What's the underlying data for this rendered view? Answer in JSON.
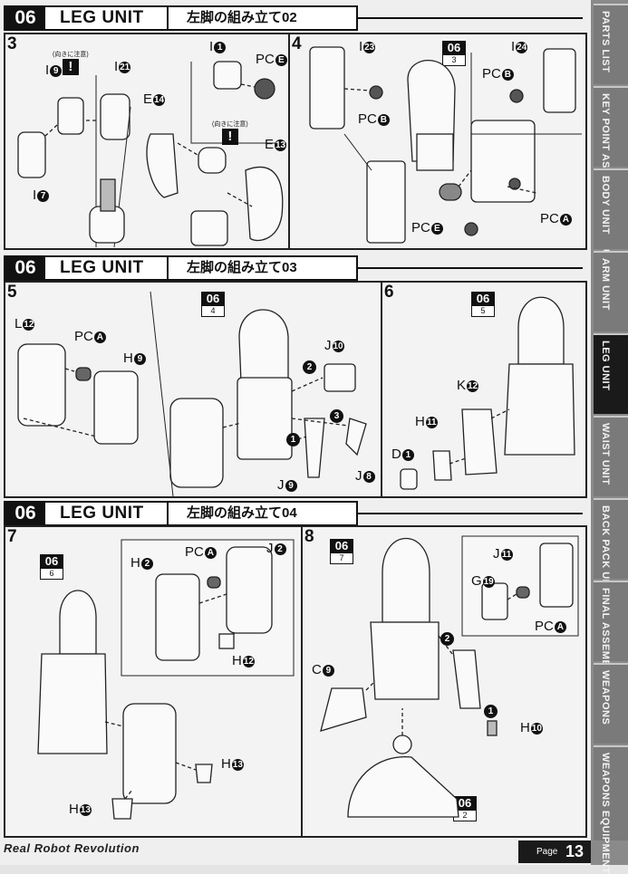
{
  "sections": [
    {
      "num": "06",
      "title": "LEG UNIT",
      "subtitle": "左脚の組み立て02"
    },
    {
      "num": "06",
      "title": "LEG UNIT",
      "subtitle": "左脚の組み立て03"
    },
    {
      "num": "06",
      "title": "LEG UNIT",
      "subtitle": "左脚の組み立て04"
    }
  ],
  "steps": {
    "s3": {
      "num": "3",
      "warn_text": "(向きに注意)",
      "parts": [
        "I",
        "I",
        "I",
        "E",
        "I",
        "PC",
        "E"
      ],
      "nums": [
        "9",
        "21",
        "7",
        "14",
        "1",
        "E",
        "13"
      ]
    },
    "s4": {
      "num": "4",
      "ref": {
        "a": "06",
        "b": "3"
      },
      "parts": [
        "I",
        "PC",
        "I",
        "PC",
        "PC",
        "PC"
      ],
      "nums": [
        "23",
        "B",
        "24",
        "B",
        "E",
        "A"
      ]
    },
    "s5": {
      "num": "5",
      "ref": {
        "a": "06",
        "b": "4"
      },
      "parts": [
        "L",
        "PC",
        "H",
        "J",
        "J",
        "J"
      ],
      "nums": [
        "12",
        "A",
        "9",
        "10",
        "9",
        "8"
      ],
      "order": [
        "1",
        "2",
        "3"
      ]
    },
    "s6": {
      "num": "6",
      "ref": {
        "a": "06",
        "b": "5"
      },
      "parts": [
        "K",
        "H",
        "D"
      ],
      "nums": [
        "12",
        "11",
        "1"
      ]
    },
    "s7": {
      "num": "7",
      "ref": {
        "a": "06",
        "b": "6"
      },
      "parts": [
        "H",
        "PC",
        "J",
        "H",
        "H",
        "H"
      ],
      "nums": [
        "2",
        "A",
        "2",
        "12",
        "13",
        "13"
      ]
    },
    "s8": {
      "num": "8",
      "ref": {
        "a": "06",
        "b": "7"
      },
      "ref2": {
        "a": "06",
        "b": "2"
      },
      "parts": [
        "J",
        "G",
        "PC",
        "C",
        "H"
      ],
      "nums": [
        "11",
        "19",
        "A",
        "9",
        "10"
      ],
      "order": [
        "1",
        "2"
      ]
    }
  },
  "sidebar": {
    "tabs": [
      "PARTS LIST",
      "KEY POINT ASSEMBLE HEAD UNIT",
      "BODY UNIT",
      "ARM UNIT",
      "LEG UNIT",
      "WAIST UNIT",
      "BACK PACK UNIT",
      "FINAL ASSEMBLE",
      "WEAPONS",
      "WEAPONS EQUIPMENT"
    ],
    "active_index": 4
  },
  "footer": {
    "brand": "Real Robot Revolution",
    "page_label": "Page",
    "page_number": "13"
  }
}
